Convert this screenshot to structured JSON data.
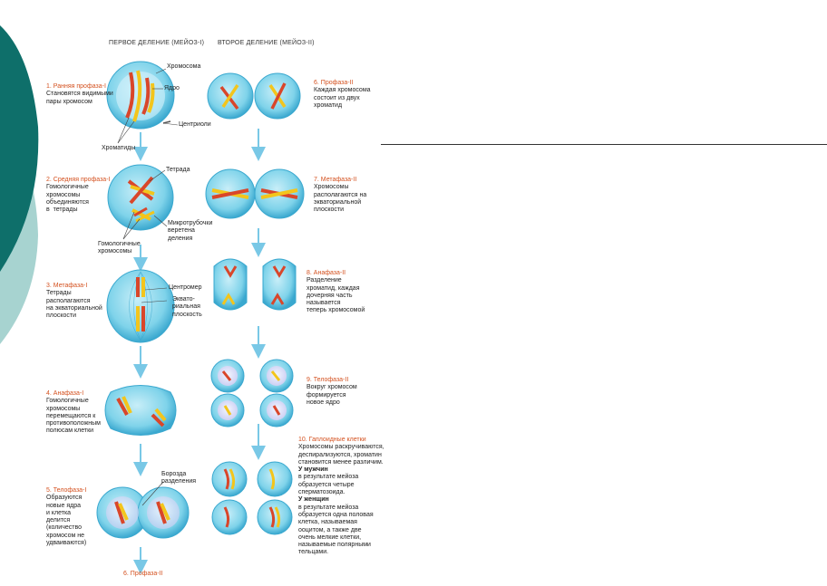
{
  "colors": {
    "teal_dark": "#0e6f6a",
    "teal_light": "#a7d3d0",
    "cell_fill": "#7fd3ea",
    "cell_stroke": "#3aa8cf",
    "chrom_red": "#d9462a",
    "chrom_yellow": "#f3c51c",
    "arrow": "#79c8e6",
    "step_red": "#d4511f"
  },
  "headers": {
    "meiosis1": "ПЕРВОЕ ДЕЛЕНИЕ (МЕЙОЗ-I)",
    "meiosis2": "ВТОРОЕ ДЕЛЕНИЕ (МЕЙОЗ-II)"
  },
  "left_steps": [
    {
      "title": "1. Ранняя профаза-I",
      "body": "Становятся видимыми\nпары хромосом"
    },
    {
      "title": "2. Средняя профаза-I",
      "body": "Гомологичные\nхромосомы\nобъединяются\nв  тетрады"
    },
    {
      "title": "3. Метафаза-I",
      "body": "Тетрады\nрасполагаются\nна экваториальной\nплоскости"
    },
    {
      "title": "4. Анафаза-I",
      "body": "Гомологичные\nхромосомы\nперемещаются к\nпротивоположным\nполюсам клетки"
    },
    {
      "title": "5. Телофаза-I",
      "body": "Образуются\nновые ядра\nи клетка\nделится\n(количество\nхромосом не\nудваиваются)"
    }
  ],
  "bottom_label": "6. Профаза-II",
  "right_steps": [
    {
      "title": "6. Профаза-II",
      "body": "Каждая хромосома\nсостоит из двух\nхроматид"
    },
    {
      "title": "7. Метафаза-II",
      "body": "Хромосомы\nрасполагаются на\nэкваториальной\nплоскости"
    },
    {
      "title": "8. Анафаза-II",
      "body": "Разделение\nхроматид, каждая\nдочерняя часть\nназывается\nтеперь хромосомой"
    },
    {
      "title": "9. Телофаза-II",
      "body": "Вокруг хромосом\nформируется\nновое ядро"
    }
  ],
  "step10": {
    "title": "10. Гаплоидные клетки",
    "body": "Хромосомы раскручиваются,\nдеспирализуются, хроматин\nстановится менее различим.",
    "male_head": "У мужчин",
    "male_body": "в результате мейоза\nобразуется четыре\nсперматозоида.",
    "female_head": "У женщин",
    "female_body": "в результате мейоза\nобразуется одна половая\nклетка, называемая\nооцитом, а также две\nочень мелкие клетки,\nназываемые полярными\nтельцами."
  },
  "labels": {
    "chromosome": "Хромосома",
    "nucleus": "Ядро",
    "centrioles": "Центриоли",
    "chromatids": "Хроматиды",
    "tetrad": "Тетрада",
    "microtubules": "Микротрубочки\nверетена\nделения",
    "homologous": "Гомологичные\nхромосомы",
    "centromere": "Центромер",
    "equatorial": "Эквато-\nриальная\nплоскость",
    "furrow": "Борозда\nразделения"
  }
}
